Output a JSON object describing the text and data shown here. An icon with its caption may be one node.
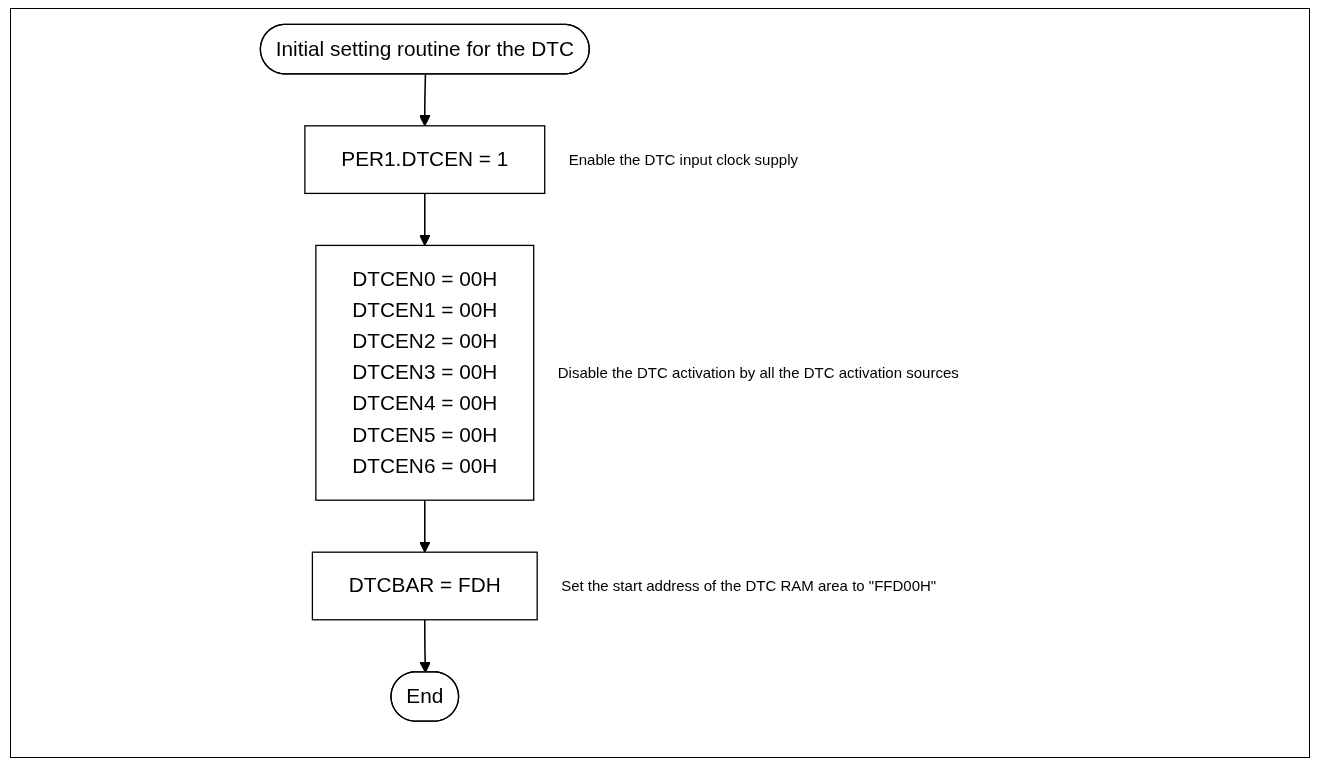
{
  "diagram": {
    "nodes": [
      {
        "text": [
          "Initial setting routine for the DTC"
        ]
      },
      {
        "text": [
          "PER1.DTCEN = 1"
        ],
        "beside": [
          "Enable the DTC input clock supply"
        ]
      },
      {
        "text": [
          "DTCEN0 = 00H",
          "DTCEN1 = 00H",
          "DTCEN2 = 00H",
          "DTCEN3 = 00H",
          "DTCEN4 = 00H",
          "DTCEN5 = 00H",
          "DTCEN6 = 00H"
        ],
        "beside": [
          "Disable the DTC activation by all the DTC activation sources"
        ]
      },
      {
        "text": [
          "DTCBAR = FDH"
        ],
        "beside": [
          "Set the start address of the DTC RAM area to \"FFD00H\""
        ]
      },
      {
        "text": [
          "End"
        ]
      }
    ],
    "edges": [
      {
        "from": 0,
        "to": 1,
        "arrow": "to"
      },
      {
        "from": 1,
        "to": 2,
        "arrow": "to"
      },
      {
        "from": 2,
        "to": 3,
        "arrow": "to"
      },
      {
        "from": 3,
        "to": 4,
        "arrow": "to"
      }
    ]
  }
}
